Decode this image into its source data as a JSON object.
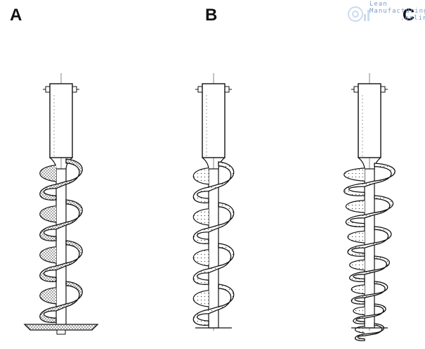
{
  "panels": [
    {
      "label": "A"
    },
    {
      "label": "B"
    },
    {
      "label": "C"
    }
  ],
  "watermark": {
    "line1": "Lean",
    "line2": "Manufacturing",
    "line3": ".online"
  }
}
